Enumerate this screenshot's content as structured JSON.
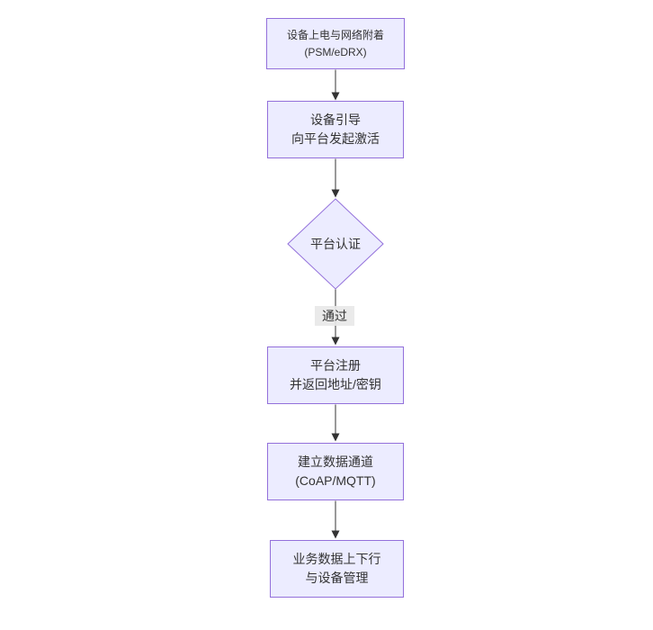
{
  "diagram": {
    "type": "flowchart",
    "direction": "top-down",
    "colors": {
      "background": "#ffffff",
      "node_fill": "#ECECFF",
      "node_border": "#9370DB",
      "edge_color": "#333333",
      "text_color": "#333333",
      "edge_label_bg": "#e8e8e8"
    },
    "nodes": [
      {
        "id": "power-attach",
        "shape": "rect",
        "line1": "设备上电与网络附着",
        "line2": "(PSM/eDRX)"
      },
      {
        "id": "bootstrap",
        "shape": "rect",
        "line1": "设备引导",
        "line2": "向平台发起激活"
      },
      {
        "id": "platform-auth",
        "shape": "diamond",
        "label": "平台认证"
      },
      {
        "id": "register",
        "shape": "rect",
        "line1": "平台注册",
        "line2": "并返回地址/密钥"
      },
      {
        "id": "data-channel",
        "shape": "rect",
        "line1": "建立数据通道",
        "line2": "(CoAP/MQTT)"
      },
      {
        "id": "business",
        "shape": "rect",
        "line1": "业务数据上下行",
        "line2": "与设备管理"
      }
    ],
    "edges": [
      {
        "from": "power-attach",
        "to": "bootstrap",
        "label": ""
      },
      {
        "from": "bootstrap",
        "to": "platform-auth",
        "label": ""
      },
      {
        "from": "platform-auth",
        "to": "register",
        "label": "通过"
      },
      {
        "from": "register",
        "to": "data-channel",
        "label": ""
      },
      {
        "from": "data-channel",
        "to": "business",
        "label": ""
      }
    ],
    "edge_pass_label": "通过"
  }
}
